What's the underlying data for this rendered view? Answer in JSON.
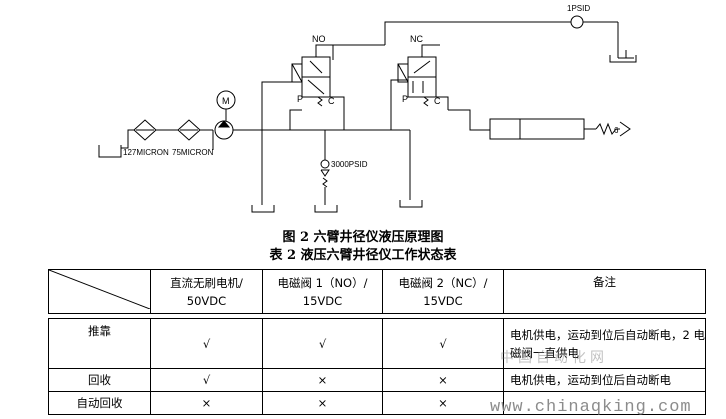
{
  "diagram": {
    "filter_1_label": "127MICRON",
    "filter_2_label": "75MICRON",
    "motor_label": "M",
    "valve_1": {
      "tag": "NO",
      "port_p": "P",
      "port_c": "C"
    },
    "valve_2": {
      "tag": "NC",
      "port_p": "P",
      "port_c": "C"
    },
    "relief_valve_label": "3000PSID",
    "check_valve_label": "1PSID",
    "spring_arrow_label": "6"
  },
  "figure_caption": "图 2  六臂井径仪液压原理图",
  "table_caption": "表 2  液压六臂井径仪工作状态表",
  "table": {
    "headers": {
      "motor_line1": "直流无刷电机/",
      "motor_line2": "50VDC",
      "valve1_line1": "电磁阀 1（NO）/",
      "valve1_line2": "15VDC",
      "valve2_line1": "电磁阀 2（NC）/",
      "valve2_line2": "15VDC",
      "notes": "备注"
    },
    "rows": [
      {
        "mode": "推靠",
        "motor": "√",
        "valve1": "√",
        "valve2": "√",
        "notes": "电机供电，运动到位后自动断电，2 电磁阀一直供电"
      },
      {
        "mode": "回收",
        "motor": "√",
        "valve1": "×",
        "valve2": "×",
        "notes": "电机供电，运动到位后自动断电"
      },
      {
        "mode": "自动回收",
        "motor": "×",
        "valve1": "×",
        "valve2": "×",
        "notes": ""
      }
    ]
  },
  "watermark": {
    "cn": "中国自动化网",
    "url": "www.chinaqking.com"
  }
}
